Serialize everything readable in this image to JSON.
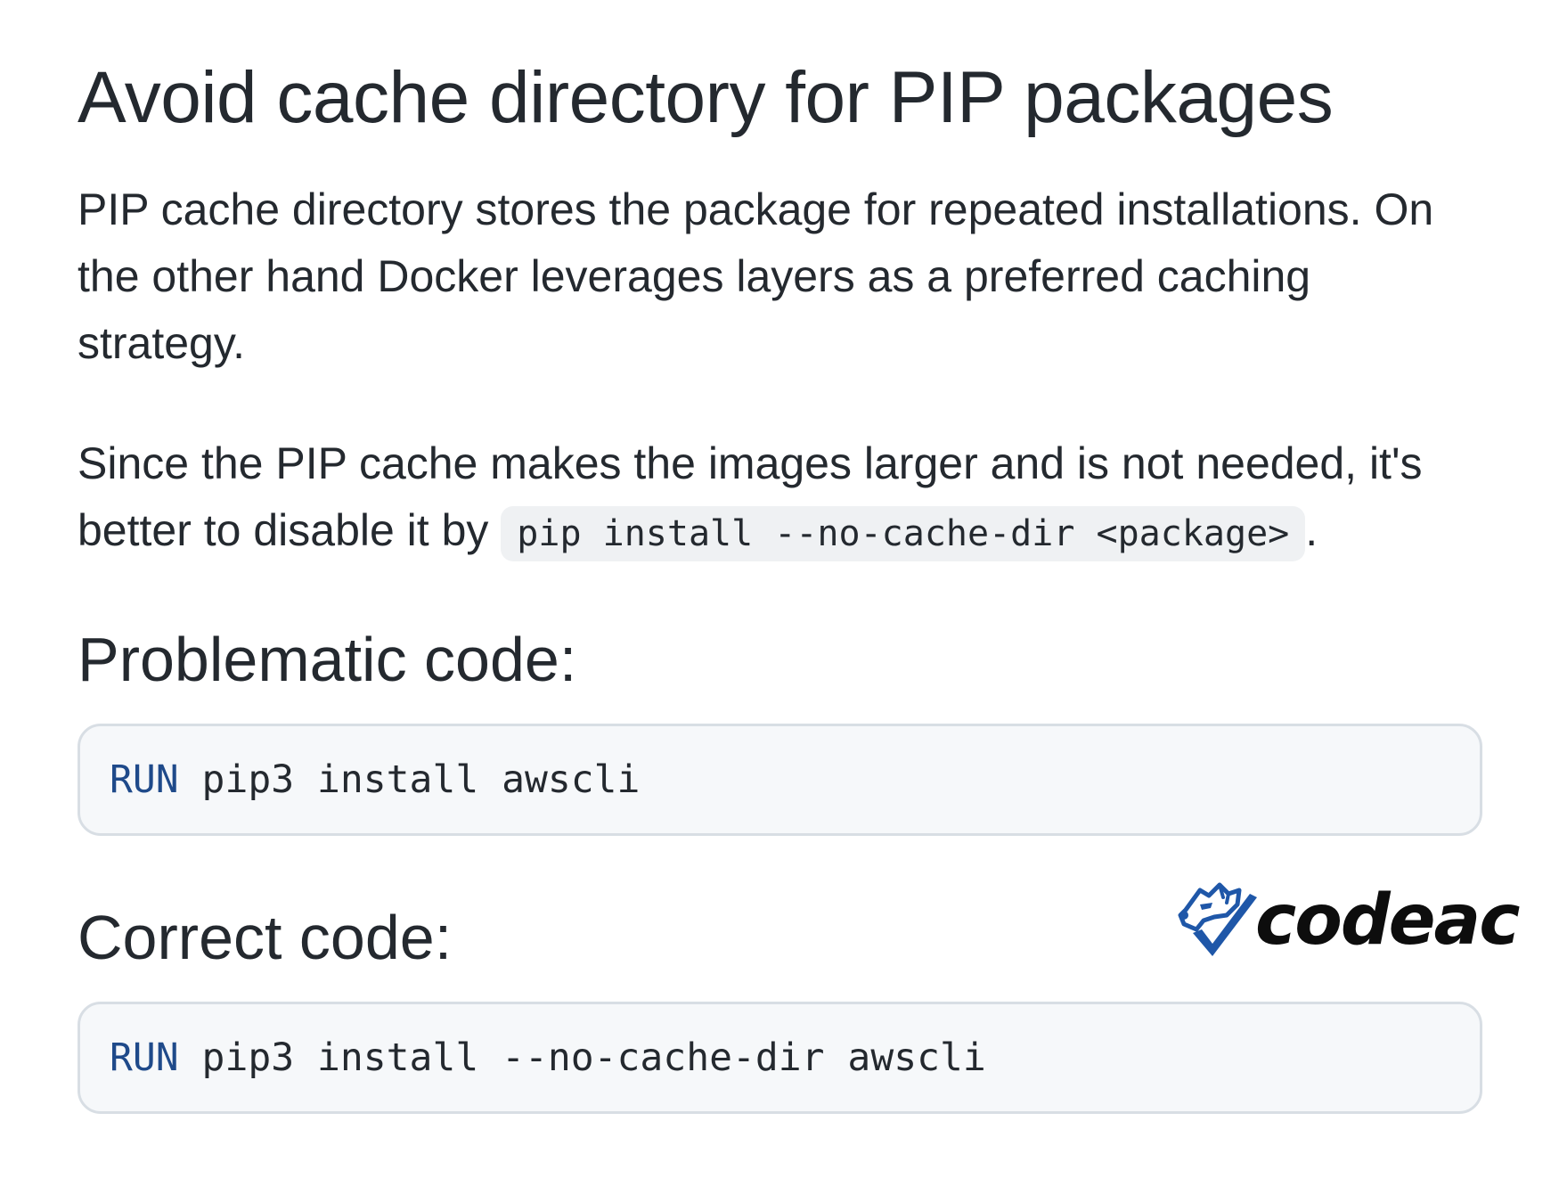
{
  "title": "Avoid cache directory for PIP packages",
  "paragraph_1": "PIP cache directory stores the package for repeated installations. On the other hand Docker leverages layers as a preferred caching strategy.",
  "paragraph_2": {
    "text_before": "Since the PIP cache makes the images larger and is not needed, it's better to disable it by ",
    "inline_code": "pip install --no-cache-dir <package>",
    "text_after": "."
  },
  "problematic": {
    "heading": "Problematic code:",
    "keyword": "RUN",
    "code": " pip3 install awscli"
  },
  "correct": {
    "heading": "Correct code:",
    "keyword": "RUN",
    "code": " pip3 install --no-cache-dir awscli"
  },
  "logo": {
    "wordmark": "codeac",
    "icon": "bear-checkmark-icon",
    "brand_color": "#1f57a8"
  },
  "colors": {
    "text": "#24292f",
    "code_background": "#f6f8fa",
    "code_border": "#d8dee4",
    "keyword": "#1f4a8a"
  }
}
